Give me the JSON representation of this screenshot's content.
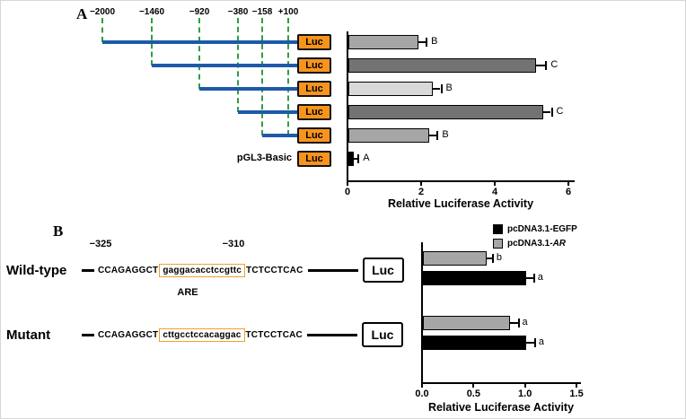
{
  "panelA": {
    "label": "A",
    "luc_label": "Luc",
    "basic_label": "pGL3-Basic",
    "positions": [
      "−2000",
      "−1460",
      "−920",
      "−380",
      "−158",
      "+100"
    ],
    "colors": {
      "promoter_line": "#1d5aa9",
      "position_dashed_line": "#2f9e41",
      "luc_fill": "#f7941d"
    }
  },
  "panelB": {
    "label": "B",
    "luc_label": "Luc",
    "are_label": "ARE",
    "pos_left": "−325",
    "pos_right": "−310",
    "rows": [
      {
        "name": "Wild-type",
        "seq_prefix": "CCAGAGGCT",
        "seq_boxed": "gaggacacctccgttc",
        "seq_suffix": "TCTCCTCAC"
      },
      {
        "name": "Mutant",
        "seq_prefix": "CCAGAGGCT",
        "seq_boxed": "cttgcctccacaggac",
        "seq_suffix": "TCTCCTCAC"
      }
    ],
    "legend": [
      {
        "prefix": "pcDNA3.1-EGFP",
        "italic": "",
        "color": "#000000"
      },
      {
        "prefix": "pcDNA3.1-",
        "italic": "AR",
        "color": "#a6a6a6"
      }
    ]
  },
  "chart_data": [
    {
      "id": "panel-a-chart",
      "type": "bar",
      "orientation": "horizontal",
      "title": "",
      "xlabel": "Relative Luciferase Activity",
      "ylabel": "",
      "xlim": [
        0,
        6
      ],
      "xticks": [
        "0",
        "2",
        "4",
        "6"
      ],
      "grid": false,
      "bars": [
        {
          "construct": "−2000",
          "value": 1.9,
          "error": 0.2,
          "sig": "B",
          "color": "#a6a6a6"
        },
        {
          "construct": "−1460",
          "value": 5.1,
          "error": 0.25,
          "sig": "C",
          "color": "#737373"
        },
        {
          "construct": "−920",
          "value": 2.3,
          "error": 0.2,
          "sig": "B",
          "color": "#d9d9d9"
        },
        {
          "construct": "−380",
          "value": 5.3,
          "error": 0.2,
          "sig": "C",
          "color": "#737373"
        },
        {
          "construct": "−158",
          "value": 2.2,
          "error": 0.2,
          "sig": "B",
          "color": "#a6a6a6"
        },
        {
          "construct": "pGL3-Basic",
          "value": 0.15,
          "error": 0.1,
          "sig": "A",
          "color": "#000000"
        }
      ]
    },
    {
      "id": "panel-b-chart",
      "type": "bar",
      "orientation": "horizontal",
      "title": "",
      "xlabel": "Relative Luciferase Activity",
      "ylabel": "",
      "xlim": [
        0,
        1.5
      ],
      "xticks": [
        "0.0",
        "0.5",
        "1.0",
        "1.5"
      ],
      "grid": false,
      "legend_position": "top-right",
      "groups": [
        {
          "name": "Wild-type",
          "bars": [
            {
              "series": "pcDNA3.1-AR",
              "value": 0.62,
              "error": 0.05,
              "sig": "b",
              "color": "#a6a6a6"
            },
            {
              "series": "pcDNA3.1-EGFP",
              "value": 1.0,
              "error": 0.07,
              "sig": "a",
              "color": "#000000"
            }
          ]
        },
        {
          "name": "Mutant",
          "bars": [
            {
              "series": "pcDNA3.1-AR",
              "value": 0.85,
              "error": 0.07,
              "sig": "a",
              "color": "#a6a6a6"
            },
            {
              "series": "pcDNA3.1-EGFP",
              "value": 1.0,
              "error": 0.08,
              "sig": "a",
              "color": "#000000"
            }
          ]
        }
      ]
    }
  ]
}
